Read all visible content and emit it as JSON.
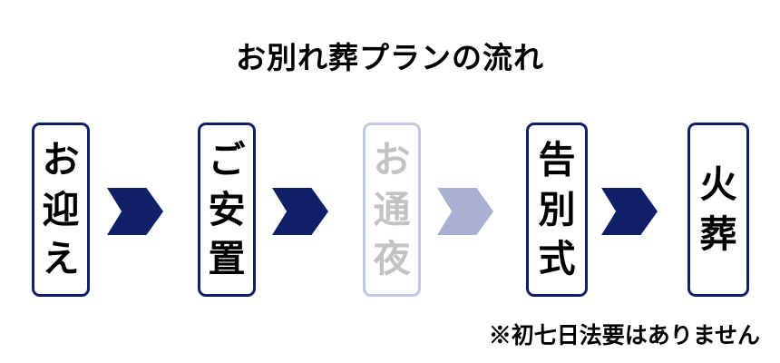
{
  "title": "お別れ葬プランの流れ",
  "footnote": "※初七日法要はありません",
  "colors": {
    "accent_navy": "#0f2068",
    "muted_border": "#c3c8e0",
    "muted_text": "#c2c2c2",
    "muted_arrow": "#aab0d4",
    "background": "#ffffff"
  },
  "flow": {
    "steps": [
      {
        "label": "お迎え",
        "state": "active"
      },
      {
        "label": "ご安置",
        "state": "active"
      },
      {
        "label": "お通夜",
        "state": "excluded"
      },
      {
        "label": "告別式",
        "state": "active"
      },
      {
        "label": "火葬",
        "state": "active"
      }
    ],
    "arrows": [
      {
        "state": "active"
      },
      {
        "state": "active"
      },
      {
        "state": "excluded"
      },
      {
        "state": "active"
      }
    ]
  }
}
